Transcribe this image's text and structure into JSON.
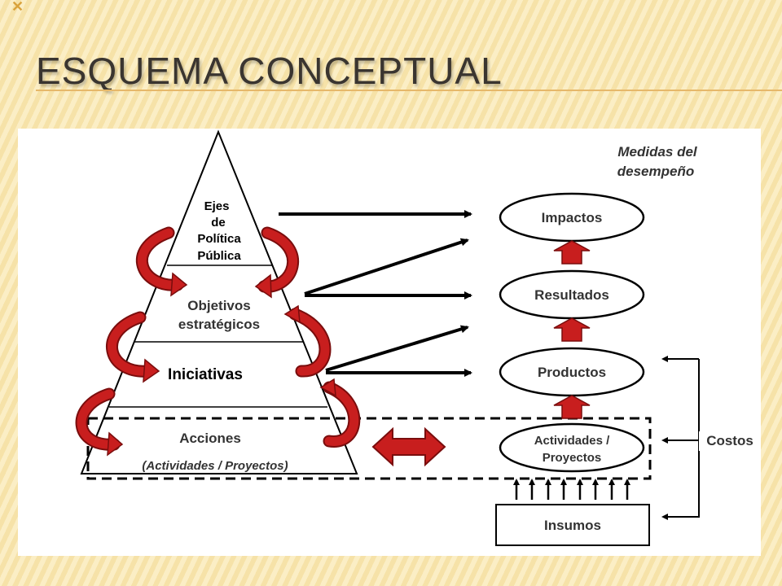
{
  "slide": {
    "title": "ESQUEMA CONCEPTUAL"
  },
  "diagram": {
    "header_line1": "Medidas del",
    "header_line2": "desempeño",
    "pyramid": {
      "level1": [
        "Ejes",
        "de",
        "Política",
        "Pública"
      ],
      "level2": [
        "Objetivos",
        "estratégicos"
      ],
      "level3": "Iniciativas",
      "level4_title": "Acciones",
      "level4_sub": "(Actividades / Proyectos)"
    },
    "measures": {
      "impactos": "Impactos",
      "resultados": "Resultados",
      "productos": "Productos",
      "actividades_line1": "Actividades /",
      "actividades_line2": "Proyectos"
    },
    "insumos": "Insumos",
    "costos": "Costos",
    "colors": {
      "red": "#c81e1e",
      "dark_red": "#7a0d0d",
      "black": "#000000"
    }
  }
}
